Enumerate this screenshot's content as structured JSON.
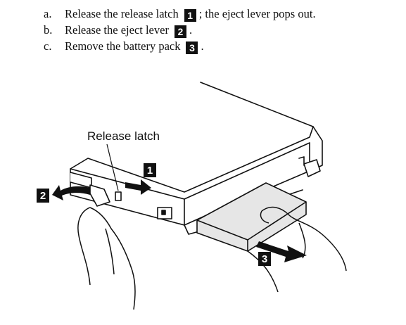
{
  "steps": [
    {
      "letter": "a.",
      "before": "Release the release latch",
      "badge": "1",
      "after": "; the eject lever pops out."
    },
    {
      "letter": "b.",
      "before": "Release the eject lever",
      "badge": "2",
      "after": "."
    },
    {
      "letter": "c.",
      "before": "Remove the battery pack",
      "badge": "3",
      "after": "."
    }
  ],
  "figure": {
    "callout": "Release latch",
    "badges": [
      "1",
      "2",
      "3"
    ]
  }
}
